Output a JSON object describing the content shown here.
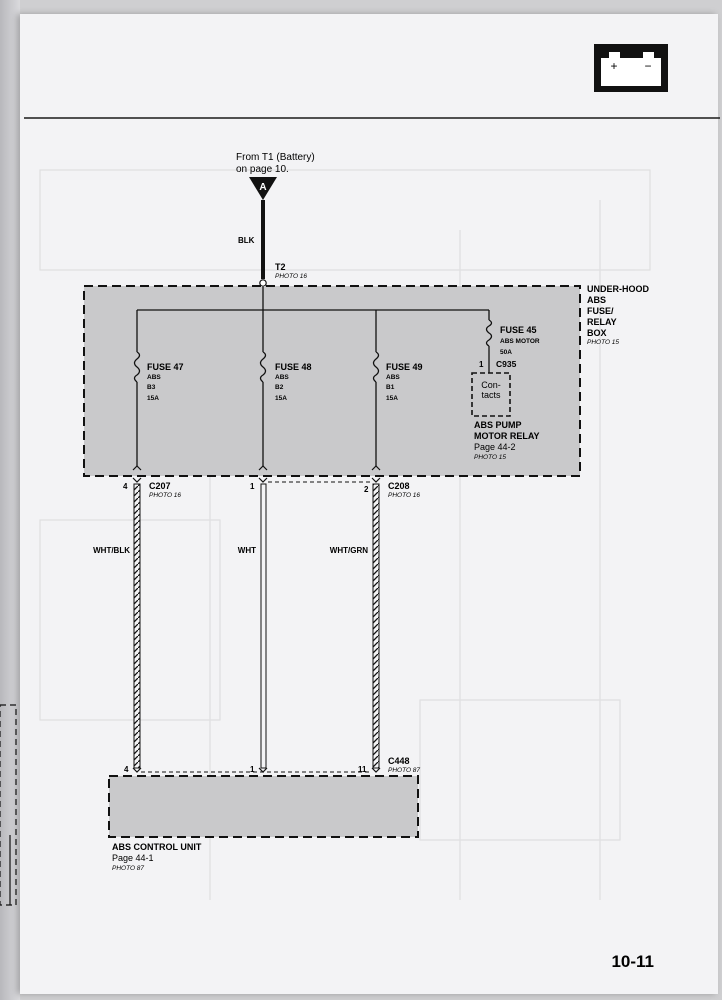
{
  "battery_icon": {
    "plus": "+",
    "minus": "−"
  },
  "source": {
    "note_line1": "From T1 (Battery)",
    "note_line2": "on page 10.",
    "marker": "A",
    "wire_color": "BLK",
    "terminal": "T2",
    "terminal_photo": "PHOTO 16"
  },
  "fuse_box": {
    "name_lines": [
      "UNDER-HOOD",
      "ABS",
      "FUSE/",
      "RELAY",
      "BOX"
    ],
    "photo": "PHOTO 15"
  },
  "fuses": [
    {
      "name": "FUSE 47",
      "circuit": "ABS",
      "position": "B3",
      "rating": "15A"
    },
    {
      "name": "FUSE 48",
      "circuit": "ABS",
      "position": "B2",
      "rating": "15A"
    },
    {
      "name": "FUSE 49",
      "circuit": "ABS",
      "position": "B1",
      "rating": "15A"
    },
    {
      "name": "FUSE 45",
      "circuit": "ABS MOTOR",
      "position": "",
      "rating": "50A"
    }
  ],
  "relay": {
    "pin": "1",
    "connector": "C935",
    "contacts_line1": "Con-",
    "contacts_line2": "tacts",
    "name_line1": "ABS PUMP",
    "name_line2": "MOTOR RELAY",
    "page": "Page 44-2",
    "photo": "PHOTO 15"
  },
  "connectors_top": [
    {
      "pin": "4",
      "name": "C207",
      "photo": "PHOTO 16"
    },
    {
      "pin": "1",
      "name": "",
      "photo": ""
    },
    {
      "pin": "2",
      "name": "C208",
      "photo": "PHOTO 16"
    }
  ],
  "wires": [
    "WHT/BLK",
    "WHT",
    "WHT/GRN"
  ],
  "connectors_bottom": [
    {
      "pin": "4"
    },
    {
      "pin": "1"
    },
    {
      "pin": "11",
      "name": "C448",
      "photo": "PHOTO 87"
    }
  ],
  "control_unit": {
    "name": "ABS CONTROL UNIT",
    "page": "Page 44-1",
    "photo": "PHOTO 87"
  },
  "page_number": "10-11",
  "colors": {
    "ink": "#1a1a1a",
    "box_fill": "#c9c9cb",
    "paper": "#f3f3f5"
  }
}
